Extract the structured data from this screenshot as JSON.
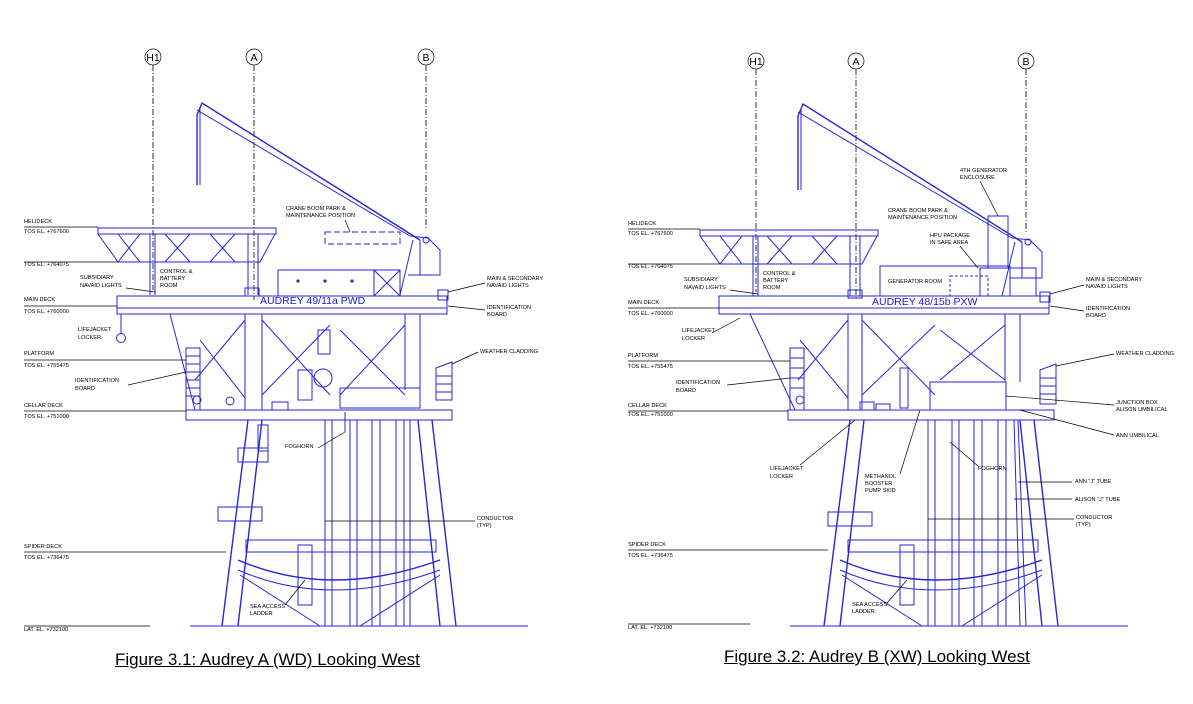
{
  "figures": [
    {
      "caption": "Figure 3.1: Audrey A (WD) Looking West",
      "platform_name": "AUDREY 49/11a PWD",
      "grid_tags": [
        "H1",
        "A",
        "B"
      ],
      "elevations": {
        "helideck": "HELIDECK",
        "helideck_tos": "TOS EL. +767600",
        "upper_tos": "TOS EL. +764075",
        "main_deck": "MAIN DECK",
        "main_deck_tos": "TOS EL. +760000",
        "platform": "PLATFORM",
        "platform_tos": "TOS EL. +755475",
        "cellar_deck": "CELLAR DECK",
        "cellar_deck_tos": "TOS EL. +751000",
        "spider_deck": "SPIDER DECK",
        "spider_deck_tos": "TOS EL. +736475",
        "lat": "LAT. EL. +732100"
      },
      "labels": {
        "crane_1": "CRANE BOOM PARK &",
        "crane_2": "MAINTENANCE POSITION",
        "control_1": "CONTROL &",
        "control_2": "BATTERY",
        "control_3": "ROOM",
        "subsidiary_1": "SUBSIDIARY",
        "subsidiary_2": "NAVAID LIGHTS",
        "main_nav_1": "MAIN & SECONDARY",
        "main_nav_2": "NAVAID LIGHTS",
        "ident_board_r1": "IDENTIFICATION",
        "ident_board_r2": "BOARD",
        "lifejacket_1": "LIFEJACKET",
        "lifejacket_2": "LOCKER",
        "weather": "WEATHER  CLADDING",
        "ident_board_l1": "IDENTIFICATION",
        "ident_board_l2": "BOARD",
        "foghorn": "FOGHORN",
        "conductor_1": "CONDUCTOR",
        "conductor_2": "(TYP)",
        "sea_access_1": "SEA ACCESS",
        "sea_access_2": "LADDER"
      }
    },
    {
      "caption": "Figure 3.2: Audrey B (XW) Looking West",
      "platform_name": "AUDREY 48/15b PXW",
      "grid_tags": [
        "H1",
        "A",
        "B"
      ],
      "elevations": {
        "helideck": "HELIDECK",
        "helideck_tos": "TOS EL. +767600",
        "upper_tos": "TOS EL. +764075",
        "main_deck": "MAIN DECK",
        "main_deck_tos": "TOS EL. +760000",
        "platform": "PLATFORM",
        "platform_tos": "TOS EL. +755475",
        "cellar_deck": "CELLAR DECK",
        "cellar_deck_tos": "TOS EL. +751000",
        "spider_deck": "SPIDER DECK",
        "spider_deck_tos": "TOS EL. +736475",
        "lat": "LAT. EL. +732100"
      },
      "labels": {
        "gen4_1": "4TH GENERATOR",
        "gen4_2": "ENCLOSURE",
        "crane_1": "CRANE BOOM PARK &",
        "crane_2": "MAINTENANCE POSITION",
        "hpu_1": "HPU PACKAGE",
        "hpu_2": "IN SAFE AREA",
        "generator_room": "GENERATOR ROOM",
        "control_1": "CONTROL &",
        "control_2": "BATTERY",
        "control_3": "ROOM",
        "subsidiary_1": "SUBSIDIARY",
        "subsidiary_2": "NAVAID LIGHTS",
        "main_nav_1": "MAIN & SECONDARY",
        "main_nav_2": "NAVAID LIGHTS",
        "ident_board_r1": "IDENTIFICATION",
        "ident_board_r2": "BOARD",
        "lifejacket_1": "LIFEJACKET",
        "lifejacket_2": "LOCKER",
        "weather": "WEATHER  CLADDING",
        "ident_board_l1": "IDENTIFICATION",
        "ident_board_l2": "BOARD",
        "junction_1": "JUNCTION BOX",
        "junction_2": "ALISON UMBILICAL",
        "ann_umbilical": "ANN UMBILICAL",
        "lifejacket2_1": "LIFEJACKET",
        "lifejacket2_2": "LOCKER",
        "methanol_1": "METHANOL",
        "methanol_2": "BOOSTER",
        "methanol_3": "PUMP SKID",
        "foghorn": "FOGHORN",
        "ann_j": "ANN \"J\" TUBE",
        "alison_j": "ALISON \"J\" TUBE",
        "conductor_1": "CONDUCTOR",
        "conductor_2": "(TYP)",
        "sea_access_1": "SEA ACCESS",
        "sea_access_2": "LADDER"
      }
    }
  ]
}
